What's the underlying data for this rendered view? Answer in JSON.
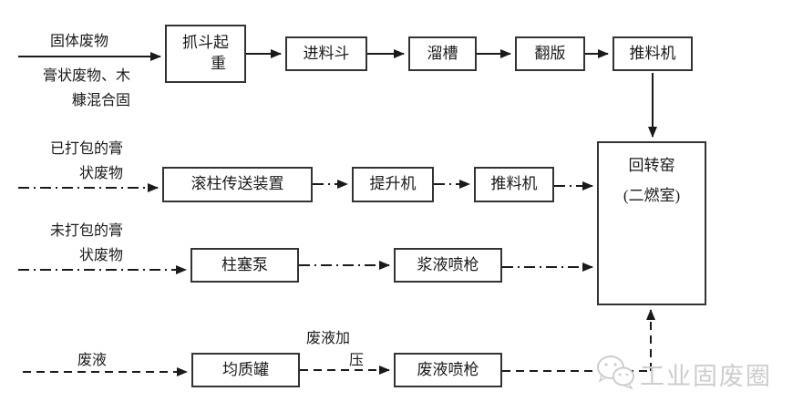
{
  "flow_labels": {
    "solid_waste": "固体废物",
    "paste_wood_line1": "膏状废物、木",
    "paste_wood_line2": "糠混合固",
    "packed_paste_line1": "已打包的膏",
    "packed_paste_line2": "状废物",
    "unpacked_paste_line1": "未打包的膏",
    "unpacked_paste_line2": "状废物",
    "waste_liquid": "废液",
    "pressurize_line1": "废液加",
    "pressurize_line2": "压"
  },
  "nodes": {
    "grab_crane_line1": "抓斗起",
    "grab_crane_line2": "重",
    "feed_hopper": "进料斗",
    "chute": "溜槽",
    "flip_plate": "翻版",
    "pusher_top": "推料机",
    "roller_conveyor": "滚柱传送装置",
    "elevator": "提升机",
    "pusher_mid": "推料机",
    "plunger_pump": "柱塞泵",
    "slurry_gun": "浆液喷枪",
    "homogenizer": "均质罐",
    "waste_liquid_gun": "废液喷枪",
    "rotary_kiln_line1": "回转窑",
    "rotary_kiln_line2": "(二燃室)"
  },
  "watermark": {
    "text": "工业固废圈",
    "icon": "wechat-icon",
    "color": "#cdcdcd"
  },
  "colors": {
    "line": "#1a1a1a",
    "background": "#ffffff"
  }
}
